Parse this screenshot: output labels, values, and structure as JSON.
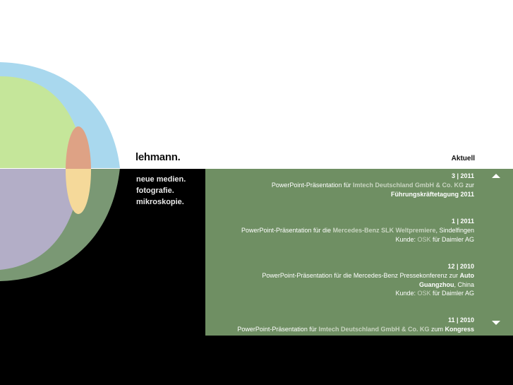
{
  "brand": {
    "name": "lehmann.",
    "tagline": [
      "neue medien.",
      "fotografie.",
      "mikroskopie."
    ]
  },
  "section": {
    "title": "Aktuell"
  },
  "news": [
    {
      "date": "3 | 2011",
      "l1_a": "PowerPoint-Präsentation für ",
      "l1_hl": "Imtech Deutschland GmbH & Co. KG",
      "l1_b": " zur",
      "l2_strong": "Führungskräftetagung 2011"
    },
    {
      "date": "1 | 2011",
      "l1_a": "PowerPoint-Präsentation für die ",
      "l1_hl": "Mercedes-Benz SLK Weltpremiere",
      "l1_b": ", Sindelfingen",
      "l2_a": "Kunde: ",
      "l2_link": "OSK",
      "l2_b": " für Daimler AG"
    },
    {
      "date": "12 | 2010",
      "l1_a": "PowerPoint-Präsentation für die Mercedes-Benz Pressekonferenz zur ",
      "l1_strong": "Auto",
      "l2_strong": "Guangzhou",
      "l2_b": ", China",
      "l3_a": "Kunde: ",
      "l3_link": "OSK",
      "l3_b": " für Daimler AG"
    },
    {
      "date": "11 | 2010",
      "l1_a": "PowerPoint-Präsentation für ",
      "l1_hl": "Imtech Deutschland GmbH & Co. KG",
      "l1_b": " zum ",
      "l1_strong": "Kongress"
    }
  ],
  "icons": {
    "scroll_up": "triangle-up-icon",
    "scroll_down": "triangle-down-icon"
  },
  "colors": {
    "panel_green": "#6f8f63",
    "highlight": "#c8d4c0",
    "light_green": "#c5e69a",
    "light_blue": "#a9d8ee",
    "lavender": "#b3aec7",
    "salmon": "#dea285",
    "pale_yellow": "#f5d99a"
  }
}
